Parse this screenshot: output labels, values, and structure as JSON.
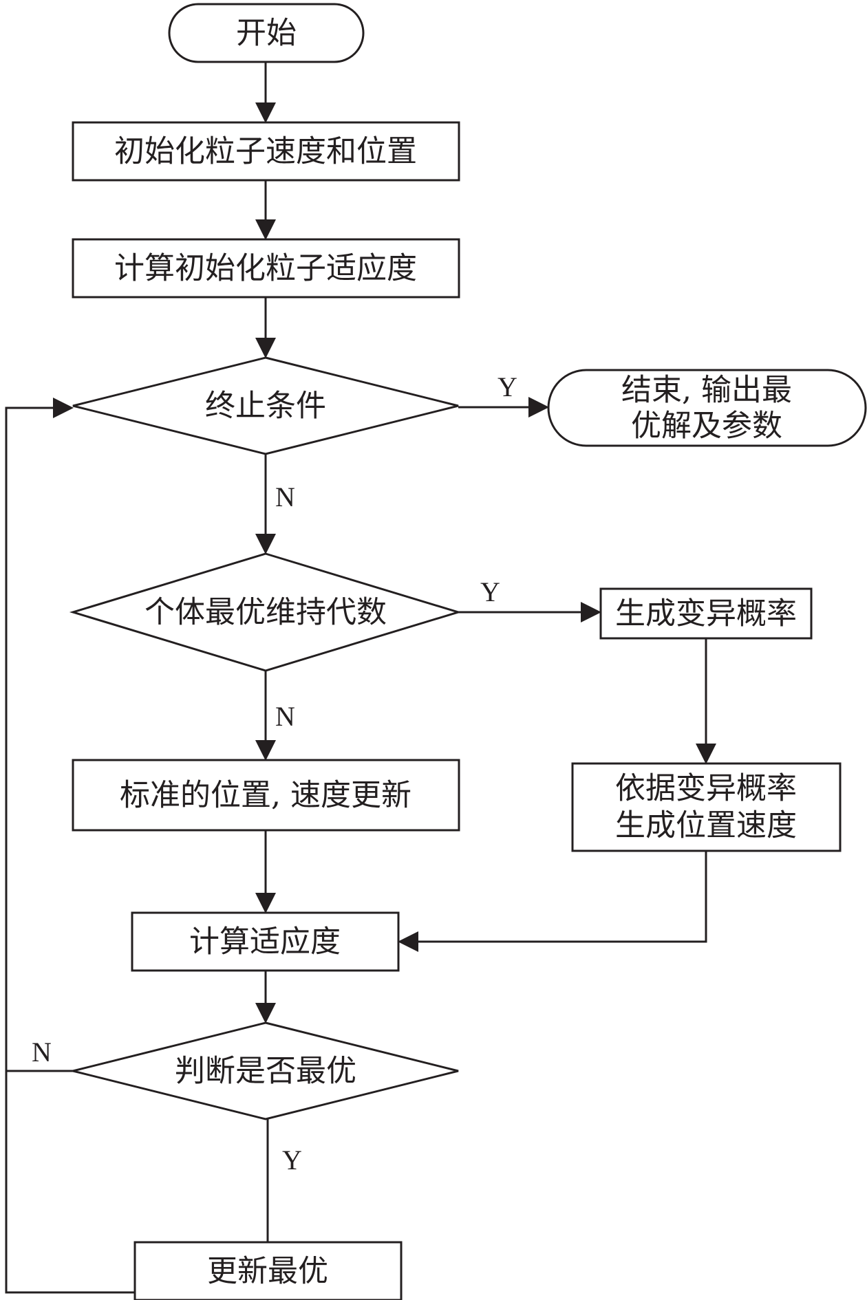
{
  "nodes": {
    "start": "开始",
    "init": "初始化粒子速度和位置",
    "fitness_init": "计算初始化粒子适应度",
    "terminate": "终止条件",
    "end_line1": "结束, 输出最",
    "end_line2": "优解及参数",
    "personal_best": "个体最优维持代数",
    "mutation_prob": "生成变异概率",
    "standard_update": "标准的位置, 速度更新",
    "mutate_line1": "依据变异概率",
    "mutate_line2": "生成位置速度",
    "fitness": "计算适应度",
    "judge": "判断是否最优",
    "update_best": "更新最优"
  },
  "edge_labels": {
    "terminate_yes": "Y",
    "terminate_no": "N",
    "personal_yes": "Y",
    "personal_no": "N",
    "judge_no": "N",
    "judge_yes": "Y"
  }
}
